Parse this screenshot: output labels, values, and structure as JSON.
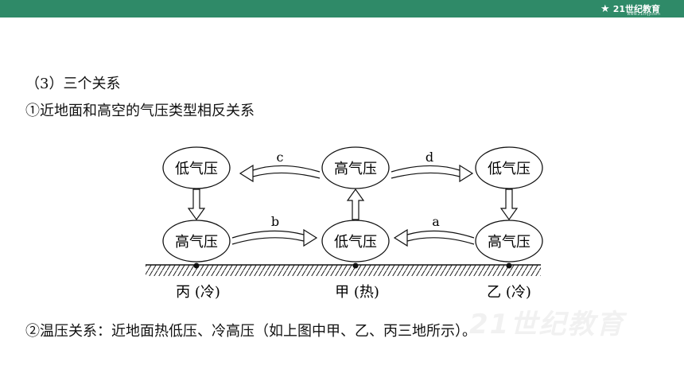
{
  "header": {
    "brand": "21世纪教育",
    "brand_sub": "www.21cnjy.com"
  },
  "text": {
    "line1": "（3）三个关系",
    "line2": "①近地面和高空的气压类型相反关系",
    "line3": "②温压关系：近地面热低压、冷高压（如上图中甲、乙、丙三地所示）。"
  },
  "diagram": {
    "top_left": "低气压",
    "top_mid": "高气压",
    "top_right": "低气压",
    "bot_left": "高气压",
    "bot_mid": "低气压",
    "bot_right": "高气压",
    "arrow_c": "c",
    "arrow_d": "d",
    "arrow_b": "b",
    "arrow_a": "a",
    "place_left": "丙 (冷)",
    "place_mid": "甲 (热)",
    "place_right": "乙 (冷)"
  },
  "watermark": "21世纪教育"
}
